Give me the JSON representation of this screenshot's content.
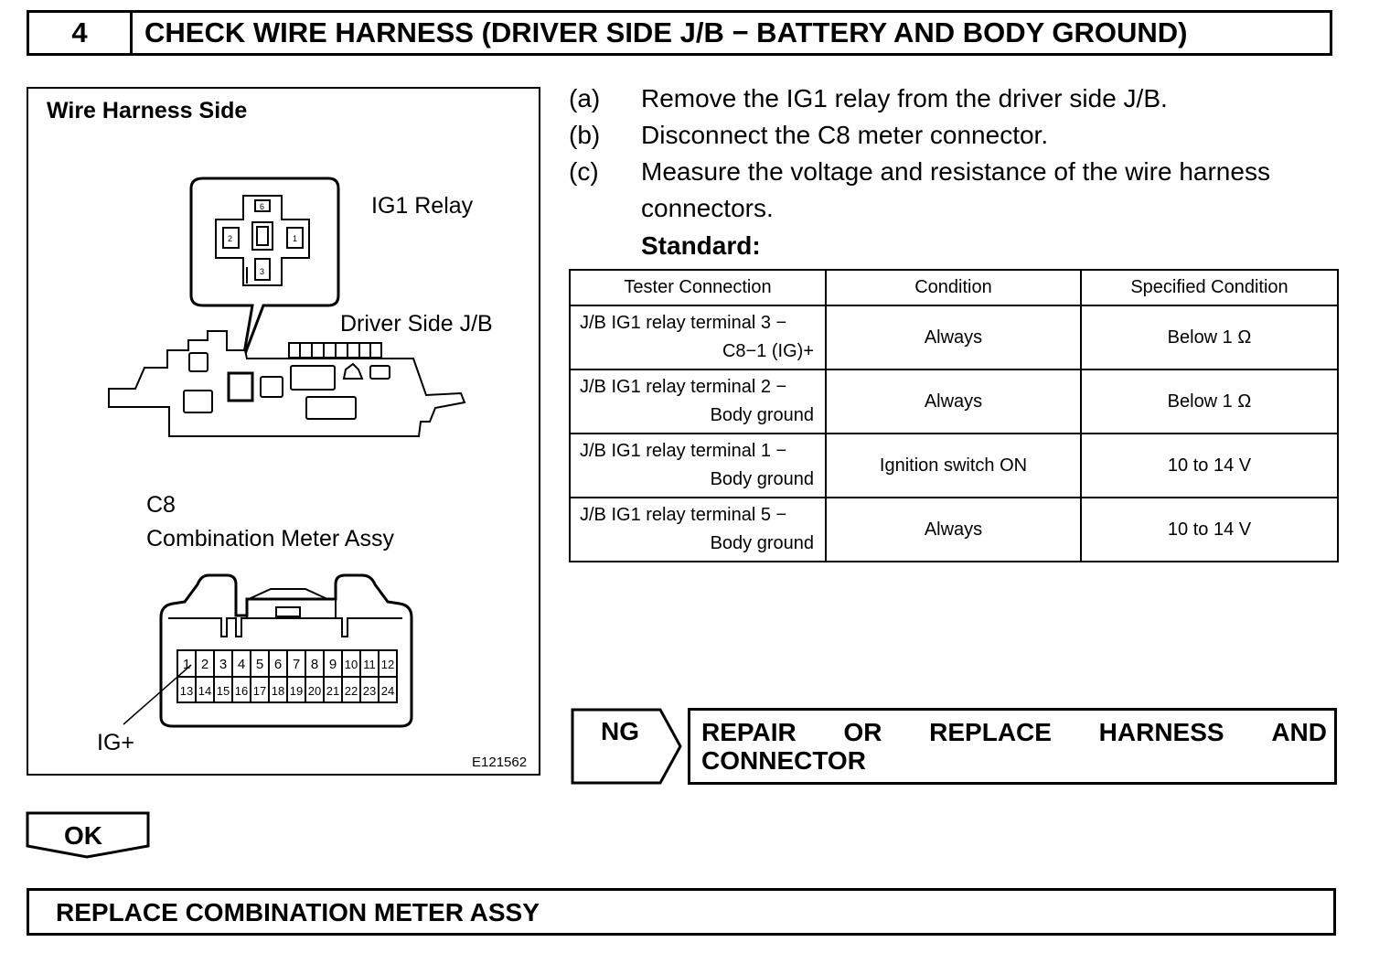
{
  "step": {
    "number": "4",
    "title": "CHECK WIRE HARNESS (DRIVER SIDE J/B − BATTERY AND BODY GROUND)"
  },
  "illustration": {
    "heading": "Wire Harness Side",
    "relay_label": "IG1 Relay",
    "jb_label": "Driver Side J/B",
    "relay_terminals": [
      "6",
      "2",
      "1",
      "3"
    ],
    "connector_code": "C8",
    "connector_name": "Combination Meter Assy",
    "pins_top": [
      "1",
      "2",
      "3",
      "4",
      "5",
      "6",
      "7",
      "8",
      "9",
      "10",
      "11",
      "12"
    ],
    "pins_bottom": [
      "13",
      "14",
      "15",
      "16",
      "17",
      "18",
      "19",
      "20",
      "21",
      "22",
      "23",
      "24"
    ],
    "pin_callout": "IG+",
    "figure_id": "E121562"
  },
  "instructions": [
    {
      "letter": "(a)",
      "text": "Remove the IG1 relay from the driver side J/B."
    },
    {
      "letter": "(b)",
      "text": "Disconnect the C8 meter connector."
    },
    {
      "letter": "(c)",
      "text": "Measure the voltage and resistance of the wire harness",
      "text2": "connectors."
    }
  ],
  "standard_label": "Standard:",
  "table": {
    "headers": [
      "Tester Connection",
      "Condition",
      "Specified Condition"
    ],
    "rows": [
      {
        "conn1": "J/B IG1 relay terminal 3 −",
        "conn2": "C8−1 (IG)+",
        "condition": "Always",
        "spec": "Below 1 Ω"
      },
      {
        "conn1": "J/B IG1 relay terminal 2 −",
        "conn2": "Body ground",
        "condition": "Always",
        "spec": "Below 1 Ω"
      },
      {
        "conn1": "J/B IG1 relay terminal 1 −",
        "conn2": "Body ground",
        "condition": "Ignition switch ON",
        "spec": "10 to 14 V"
      },
      {
        "conn1": "J/B IG1 relay terminal 5 −",
        "conn2": "Body ground",
        "condition": "Always",
        "spec": "10 to 14 V"
      }
    ]
  },
  "ng": {
    "label": "NG",
    "result_words": [
      "REPAIR",
      "OR",
      "REPLACE",
      "HARNESS",
      "AND"
    ],
    "result_line2": "CONNECTOR"
  },
  "ok": {
    "label": "OK"
  },
  "final": {
    "text": "REPLACE COMBINATION METER ASSY"
  }
}
